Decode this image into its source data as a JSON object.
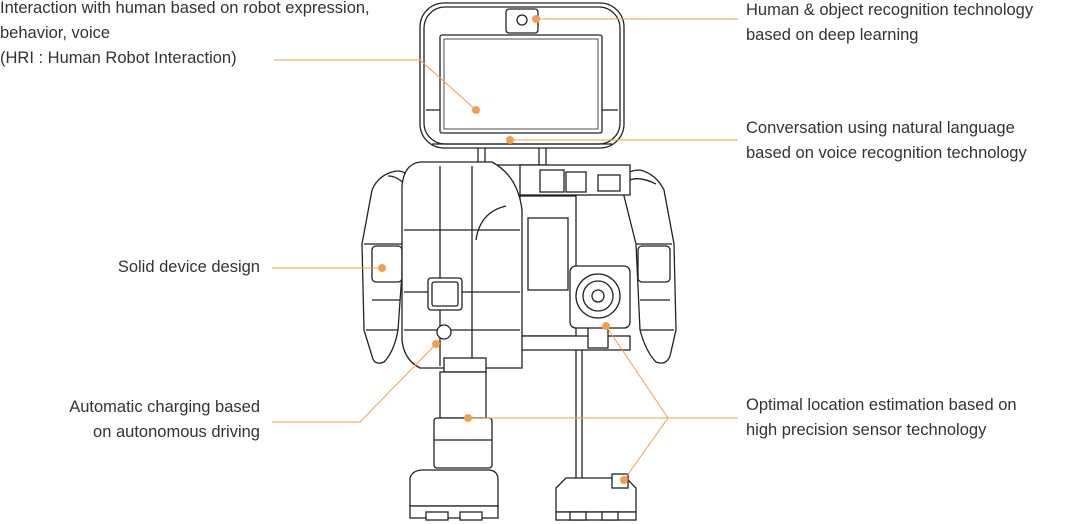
{
  "accent_color": "#f0a050",
  "labels": {
    "hri": [
      "Interaction with human based on robot expression,",
      "behavior, voice",
      "(HRI : Human Robot Interaction)"
    ],
    "solid": [
      "Solid device design"
    ],
    "charging": [
      "Automatic charging based",
      "on autonomous driving"
    ],
    "recognition": [
      "Human & object recognition technology",
      "based on deep learning"
    ],
    "conversation": [
      "Conversation using natural language",
      "based on voice recognition technology"
    ],
    "location": [
      "Optimal location estimation based on",
      "high precision sensor technology"
    ]
  }
}
